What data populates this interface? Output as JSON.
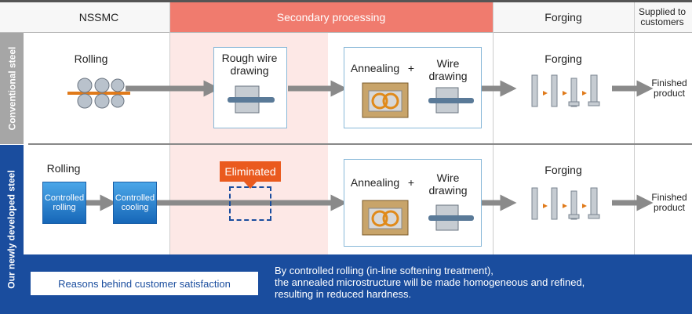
{
  "headers": {
    "col1": "NSSMC",
    "col2": "Secondary processing",
    "col3": "Forging",
    "col4": "Supplied to customers"
  },
  "row_labels": {
    "conventional": "Conventional steel",
    "new": "Our newly developed steel"
  },
  "conventional": {
    "rolling": "Rolling",
    "rough_wire_drawing": "Rough wire drawing",
    "annealing": "Annealing",
    "plus": "+",
    "wire_drawing": "Wire drawing",
    "forging": "Forging",
    "finished_product": "Finished product"
  },
  "new": {
    "rolling": "Rolling",
    "controlled_rolling": "Controlled rolling",
    "controlled_cooling": "Controlled cooling",
    "eliminated": "Eliminated",
    "annealing": "Annealing",
    "plus": "+",
    "wire_drawing": "Wire drawing",
    "forging": "Forging",
    "finished_product": "Finished product"
  },
  "footer": {
    "reasons_label": "Reasons behind customer satisfaction",
    "text_line1": "By controlled rolling (in-line softening treatment),",
    "text_line2": "the annealed microstructure will be made homogeneous and refined,",
    "text_line3": "resulting in reduced hardness."
  },
  "colors": {
    "secondary_header": "#f07b6e",
    "secondary_band": "#fde8e6",
    "conventional_label_bg": "#a6a6a6",
    "new_label_bg": "#1a4d9e",
    "footer_bg": "#1a4d9e",
    "eliminated_bg": "#ea5a1e",
    "arrow": "#8a8a8a"
  }
}
